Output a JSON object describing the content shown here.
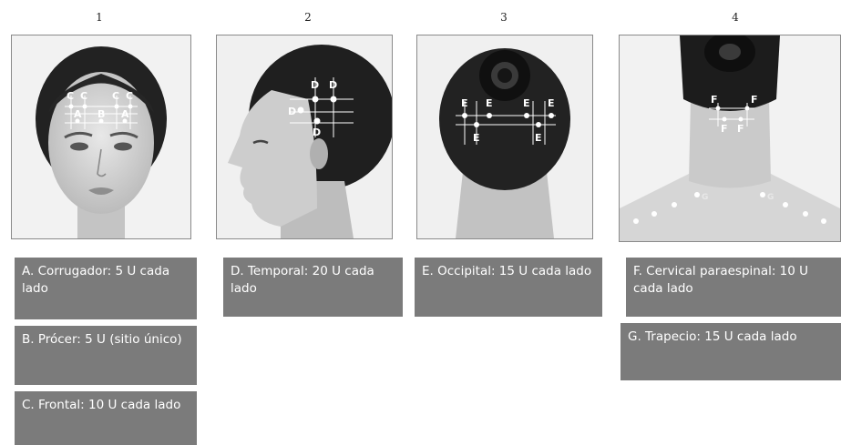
{
  "panels": [
    {
      "number": "1"
    },
    {
      "number": "2"
    },
    {
      "number": "3"
    },
    {
      "number": "4"
    }
  ],
  "point_labels": {
    "A": "A",
    "B": "B",
    "C": "C",
    "D": "D",
    "E": "E",
    "F": "F",
    "G": "G"
  },
  "boxes": {
    "a": "A. Corrugador: 5 U cada lado",
    "b": "B. Prócer: 5 U (sitio único)",
    "c": "C. Frontal: 10 U cada lado",
    "d": "D. Temporal: 20 U cada lado",
    "e": "E. Occipital: 15 U cada lado",
    "f": "F. Cervical paraespinal: 10 U cada lado",
    "g": "G. Trapecio: 15 U cada lado"
  }
}
